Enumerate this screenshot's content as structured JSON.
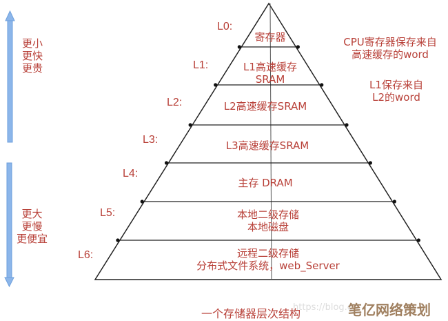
{
  "left_notes": {
    "top": [
      "更小",
      "更快",
      "更贵"
    ],
    "bottom": [
      "更大",
      "更慢",
      "更便宜"
    ]
  },
  "levels": [
    {
      "label": "L0:",
      "text": [
        "寄存器"
      ]
    },
    {
      "label": "L1:",
      "text": [
        "L1高速缓存",
        "SRAM"
      ]
    },
    {
      "label": "L2:",
      "text": [
        "L2高速缓存SRAM"
      ]
    },
    {
      "label": "L3:",
      "text": [
        "L3高速缓存SRAM"
      ]
    },
    {
      "label": "L4:",
      "text": [
        "主存 DRAM"
      ]
    },
    {
      "label": "L5:",
      "text": [
        "本地二级存储",
        "本地磁盘"
      ]
    },
    {
      "label": "L6:",
      "text": [
        "远程二级存储",
        "分布式文件系统，web_Server"
      ]
    }
  ],
  "right_notes": [
    [
      "CPU寄存器保存来自",
      "高速缓存的word"
    ],
    [
      "L1保存来自",
      "L2的word"
    ]
  ],
  "caption": "一个存储器层次结构",
  "watermark": "笔亿网络策划",
  "watermark_url": "https://blog.c",
  "colors": {
    "text": "#b84038",
    "arrow": "#8cb6ea",
    "line": "#222222"
  }
}
